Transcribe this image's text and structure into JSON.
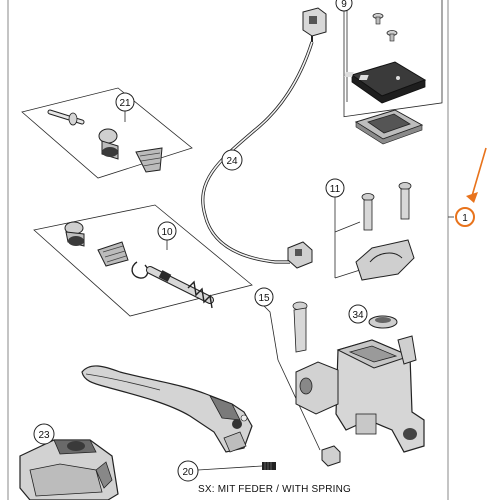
{
  "diagram": {
    "callouts": {
      "c9": "9",
      "c21": "21",
      "c24": "24",
      "c11": "11",
      "c1": "1",
      "c10": "10",
      "c15": "15",
      "c34": "34",
      "c23": "23",
      "c20": "20"
    },
    "caption": "SX: MIT FEDER / WITH SPRING",
    "colors": {
      "line": "#2a2a2a",
      "part_fill": "#d9d9d9",
      "part_dark": "#4a4a4a",
      "highlight": "#e8731c",
      "frame": "#8a8a8a"
    }
  }
}
